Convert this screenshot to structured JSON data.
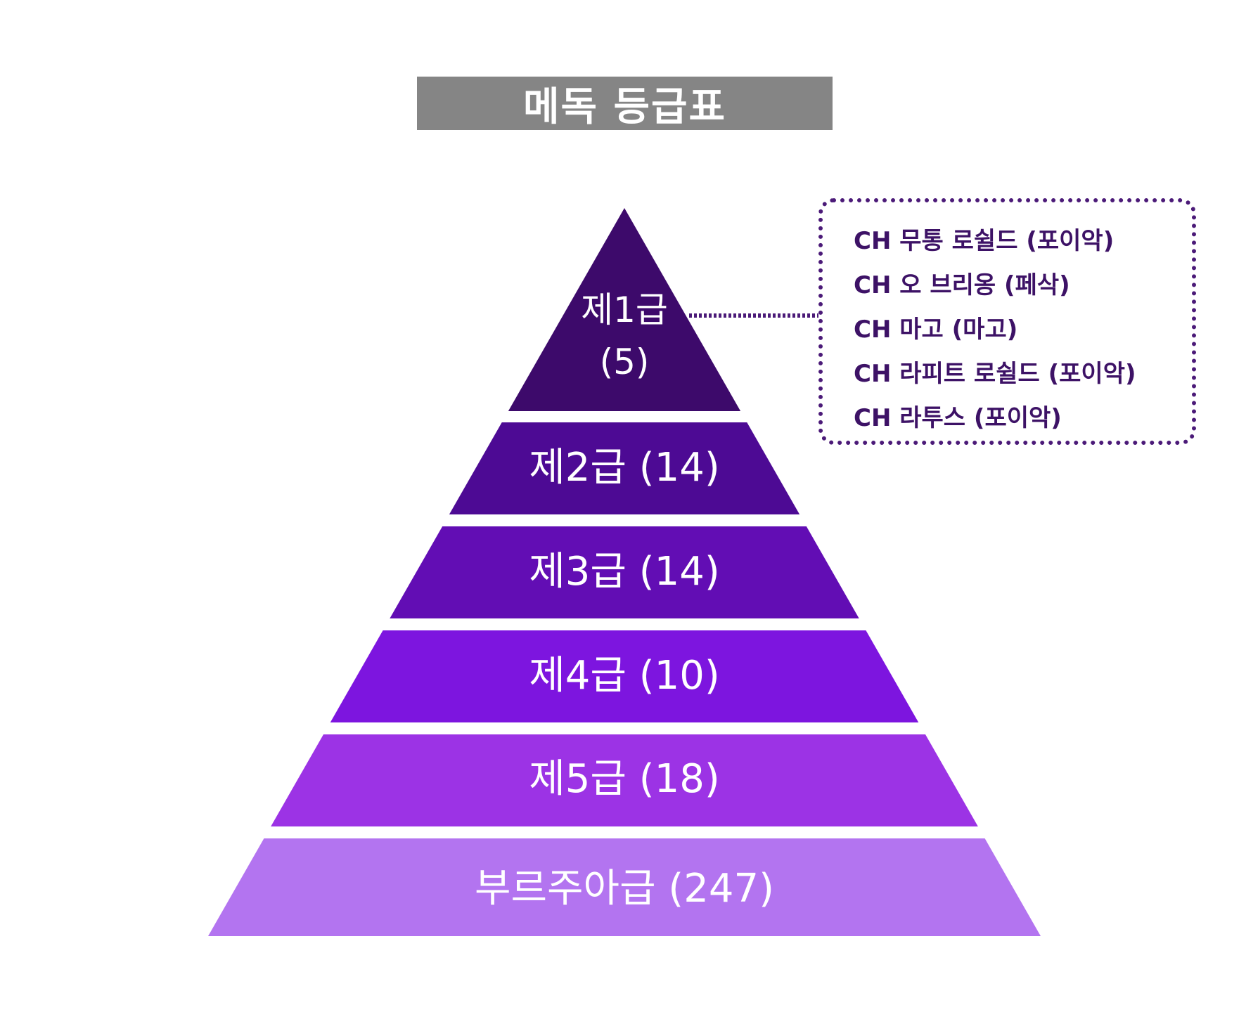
{
  "title": "메독 등급표",
  "tiers": [
    {
      "label": "제1급",
      "count": "(5)",
      "color": "#3d0a6b"
    },
    {
      "label": "제2급 (14)",
      "color": "#4d0a94"
    },
    {
      "label": "제3급 (14)",
      "color": "#620db4"
    },
    {
      "label": "제4급 (10)",
      "color": "#7d15df"
    },
    {
      "label": "제5급 (18)",
      "color": "#9c33e5"
    },
    {
      "label": "부르주아급 (247)",
      "color": "#b374f0"
    }
  ],
  "callout": {
    "border_color": "#4b1a78",
    "items": [
      "CH 무통 로쉴드 (포이악)",
      "CH 오 브리옹 (페삭)",
      "CH 마고 (마고)",
      "CH 라피트 로쉴드 (포이악)",
      "CH 라투스 (포이악)"
    ]
  }
}
